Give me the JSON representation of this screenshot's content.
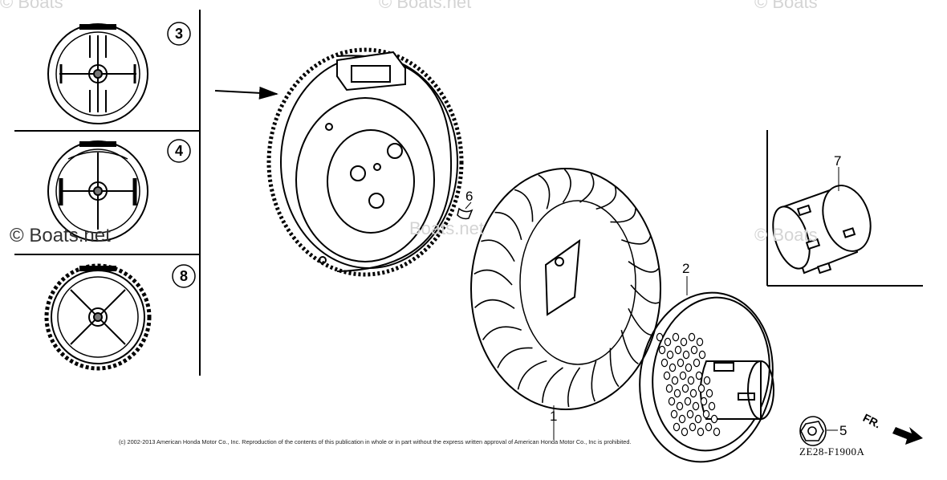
{
  "watermarks": {
    "brand": "© Boats.net",
    "faded": [
      "© Boats",
      "© Boats.net",
      "© Boats",
      "Boats.net",
      "© Boats"
    ]
  },
  "callouts": {
    "part_1": "1",
    "part_2": "2",
    "part_3": "3",
    "part_4": "4",
    "part_5": "5",
    "part_6": "6",
    "part_7": "7",
    "part_8": "8"
  },
  "copyright": "(c) 2002-2013 American Honda Motor Co., Inc. Reproduction of the contents of this publication in whole or in part without the express written approval of American Honda Motor Co., Inc is prohibited.",
  "figure_code": "ZE28-F1900A",
  "direction_marker": "FR.",
  "colors": {
    "line": "#000000",
    "watermark": "#d4d4d4",
    "background": "#ffffff"
  }
}
